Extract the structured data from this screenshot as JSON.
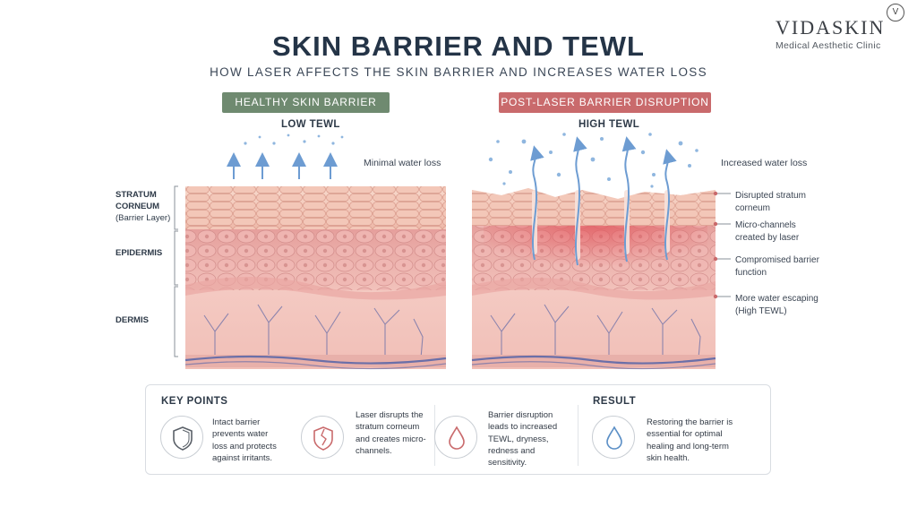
{
  "header": {
    "title": "SKIN BARRIER AND TEWL",
    "subtitle": "HOW LASER AFFECTS THE SKIN BARRIER AND INCREASES WATER LOSS"
  },
  "logo": {
    "name": "VIDASKIN",
    "tagline": "Medical Aesthetic Clinic",
    "mark": "V"
  },
  "panels": {
    "healthy": {
      "badge": "HEALTHY SKIN BARRIER",
      "tewl": "LOW TEWL",
      "note": "Minimal water loss"
    },
    "post": {
      "badge": "POST-LASER BARRIER DISRUPTION",
      "tewl": "HIGH TEWL",
      "note": "Increased water loss"
    }
  },
  "layer_labels": {
    "stratum": "STRATUM",
    "corneum": "CORNEUM",
    "barrier_note": "(Barrier Layer)",
    "epidermis": "EPIDERMIS",
    "dermis": "DERMIS"
  },
  "callouts": [
    "Disrupted stratum corneum",
    "Micro-channels created by laser",
    "Compromised barrier function",
    "More water escaping (High TEWL)"
  ],
  "key_points": {
    "heading": "KEY POINTS",
    "result_heading": "RESULT",
    "items": [
      {
        "icon": "shield-icon",
        "text": "Intact barrier prevents water loss and protects against irritants."
      },
      {
        "icon": "broken-shield-icon",
        "text": "Laser disrupts the stratum corneum and creates micro-channels."
      },
      {
        "icon": "water-drop-red-icon",
        "text": "Barrier disruption leads to increased TEWL, dryness, redness and sensitivity."
      },
      {
        "icon": "water-drop-blue-icon",
        "text": "Restoring the barrier is essential for optimal healing and long-term skin health."
      }
    ]
  },
  "colors": {
    "healthy_badge": "#6f8a70",
    "post_badge": "#c96a6c",
    "arrow": "#6d9cd2",
    "skin_base": "#f4c9c1",
    "vessel": "#6b6fa8"
  }
}
